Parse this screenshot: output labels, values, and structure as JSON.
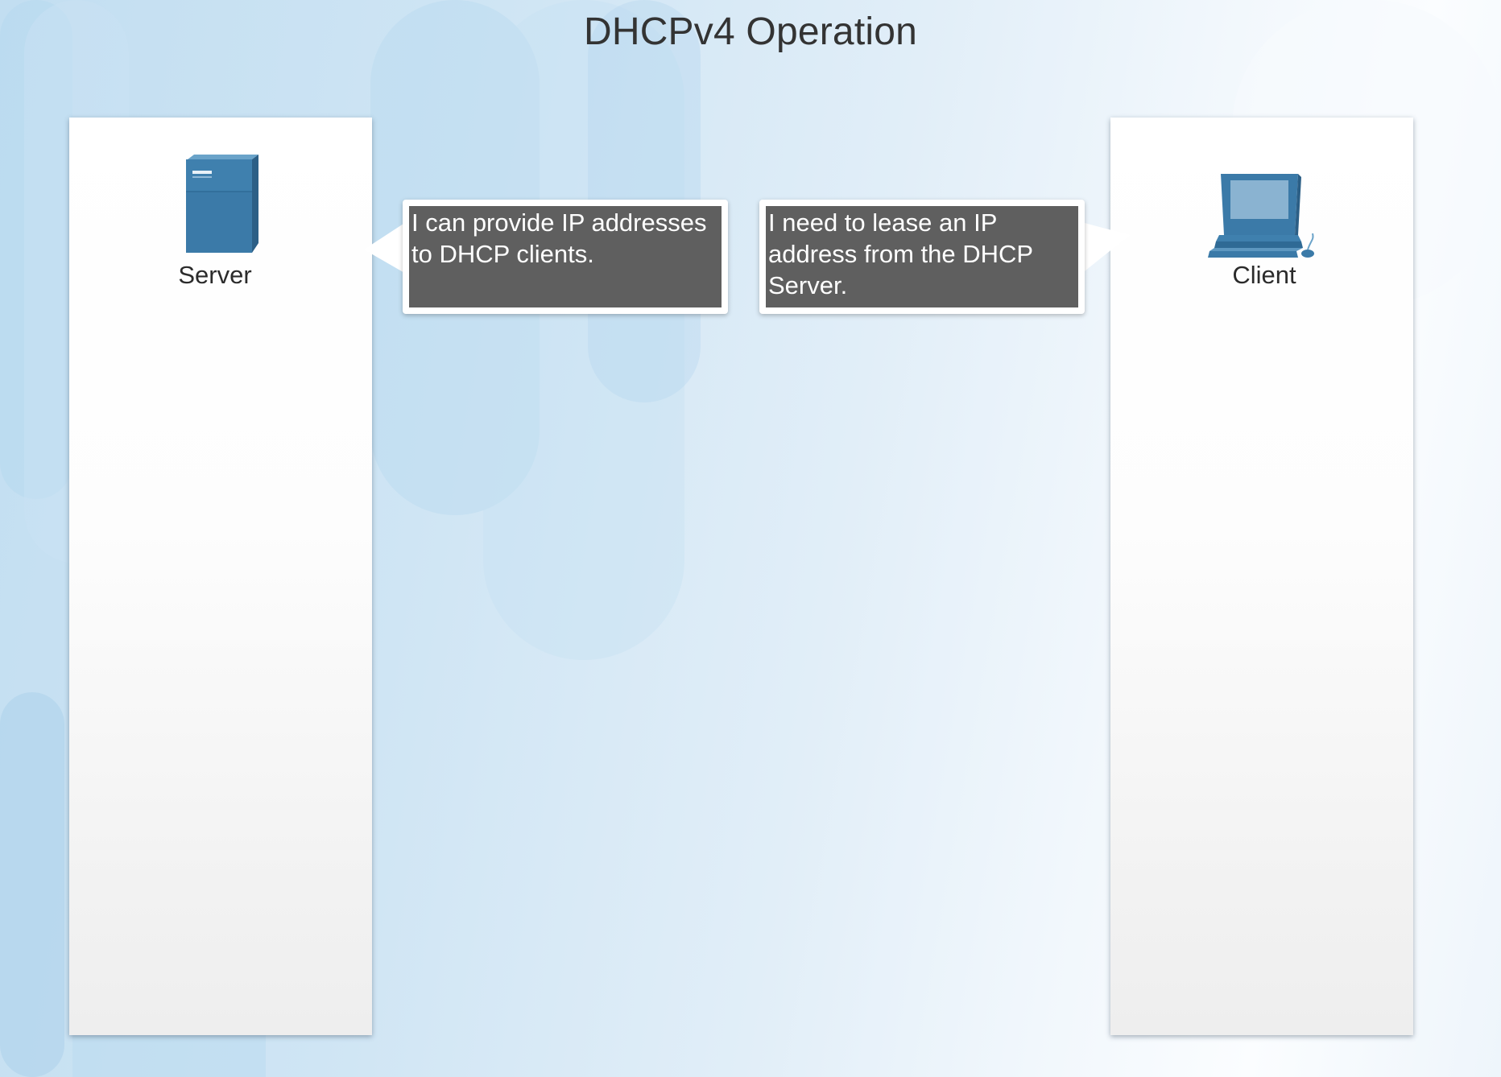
{
  "title": "DHCPv4 Operation",
  "server": {
    "label": "Server",
    "icon": "server-icon"
  },
  "client": {
    "label": "Client",
    "icon": "desktop-computer-icon"
  },
  "bubbles": {
    "server_message": "I can provide IP addresses to DHCP clients.",
    "client_message": "I need to lease an IP address from the DHCP Server."
  },
  "colors": {
    "device_blue": "#3b7aa8",
    "bubble_fill": "#5f5f5f",
    "title_text": "#333333"
  }
}
